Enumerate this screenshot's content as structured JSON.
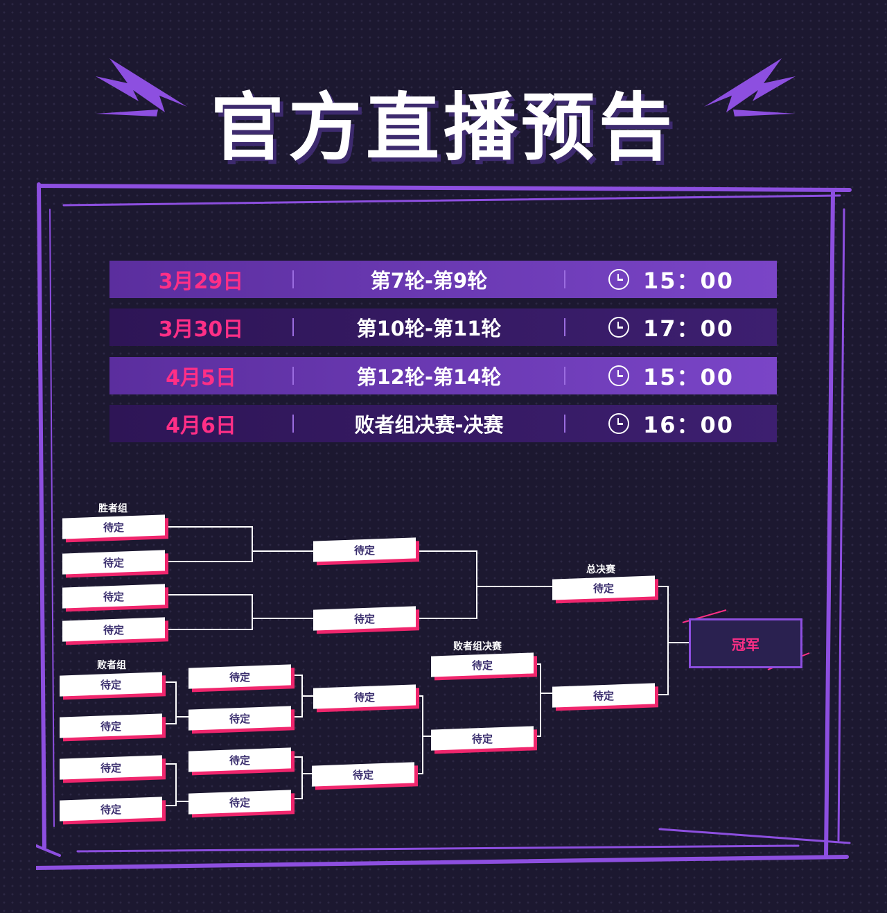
{
  "title": "官方直播预告",
  "colors": {
    "background": "#1c1830",
    "accent_purple": "#8d4fe0",
    "accent_pink": "#ff2f86",
    "row_light": "#6a3ab3",
    "row_dark": "#321a5e",
    "slot_text": "#3a2e6e"
  },
  "schedule": [
    {
      "date": "3月29日",
      "round": "第7轮-第9轮",
      "time": "15：00"
    },
    {
      "date": "3月30日",
      "round": "第10轮-第11轮",
      "time": "17：00"
    },
    {
      "date": "4月5日",
      "round": "第12轮-第14轮",
      "time": "15：00"
    },
    {
      "date": "4月6日",
      "round": "败者组决赛-决赛",
      "time": "16：00"
    }
  ],
  "bracket": {
    "winners_label": "胜者组",
    "losers_label": "败者组",
    "losers_final_label": "败者组决赛",
    "grand_final_label": "总决赛",
    "champion_label": "冠军",
    "pending": "待定"
  }
}
